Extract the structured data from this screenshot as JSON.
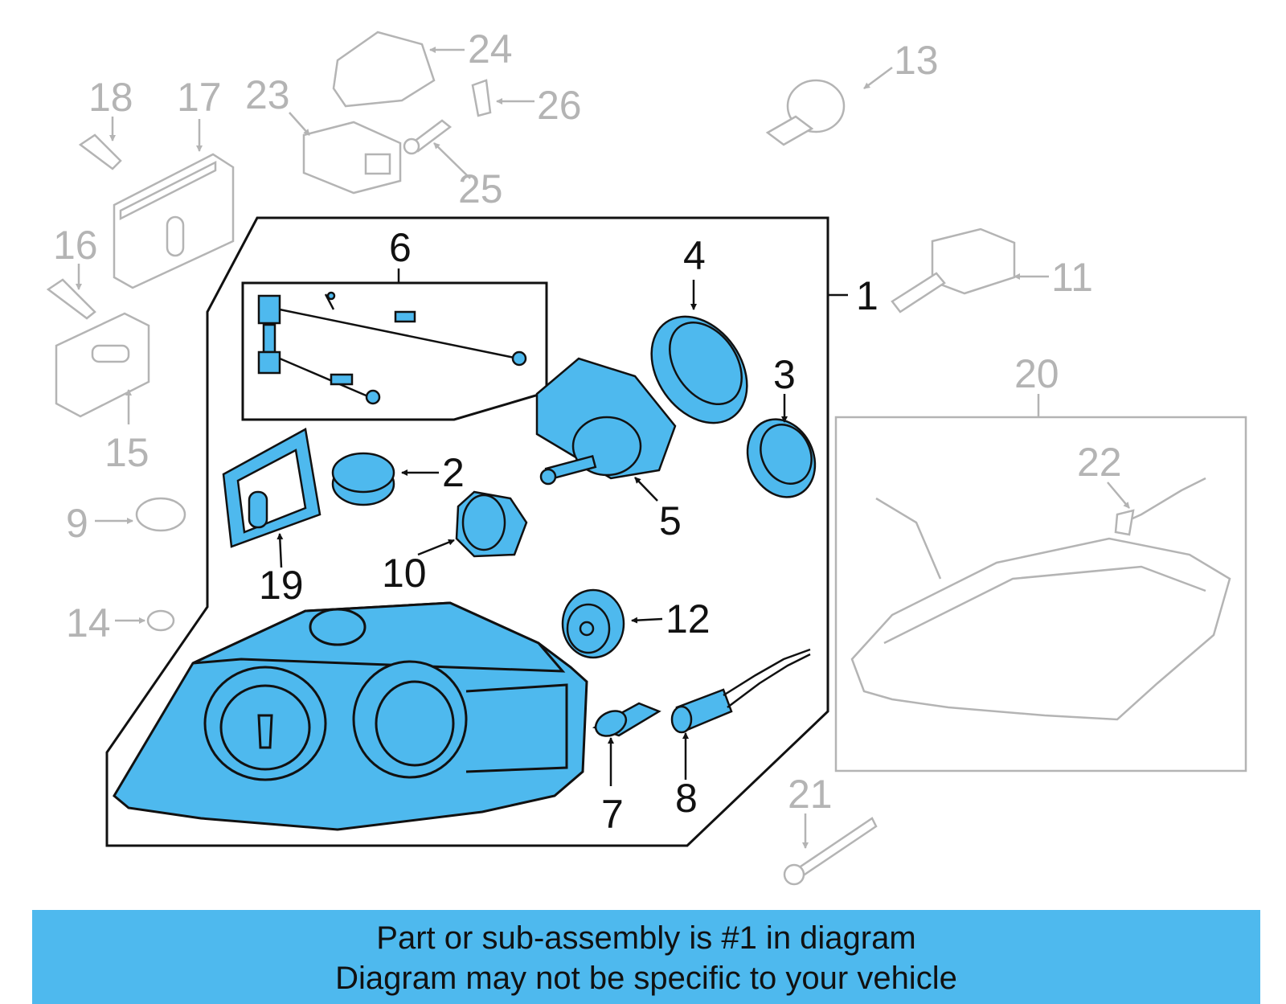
{
  "colors": {
    "highlight_fill": "#4eb9ee",
    "active_line": "#111111",
    "inactive_line": "#b4b4b4",
    "banner_bg": "#4eb9ee"
  },
  "callouts": {
    "c1": "1",
    "c2": "2",
    "c3": "3",
    "c4": "4",
    "c5": "5",
    "c6": "6",
    "c7": "7",
    "c8": "8",
    "c9": "9",
    "c10": "10",
    "c11": "11",
    "c12": "12",
    "c13": "13",
    "c14": "14",
    "c15": "15",
    "c16": "16",
    "c17": "17",
    "c18": "18",
    "c19": "19",
    "c20": "20",
    "c21": "21",
    "c22": "22",
    "c23": "23",
    "c24": "24",
    "c25": "25",
    "c26": "26"
  },
  "banner": {
    "line1": "Part or sub-assembly is #1 in diagram",
    "line2": "Diagram may not be specific to your vehicle"
  }
}
